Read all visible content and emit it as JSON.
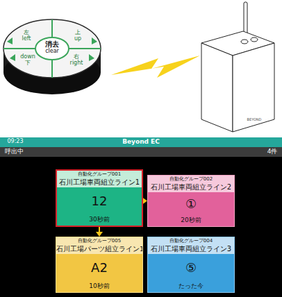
{
  "diagram": {
    "nodes": [
      {
        "text": [
          "自動化グループ001",
          "石川工場車両組立ライン1",
          "12",
          "30秒前"
        ]
      },
      {
        "text": [
          "自動化グループ002",
          "石川工場車両組立ライン2",
          "①",
          "20秒前"
        ]
      },
      {
        "text": [
          "自動化グループ005",
          "石川工場パーツ組立ライン1",
          "A2",
          "10秒前"
        ]
      },
      {
        "text": [
          "自動化グループ004",
          "石川工場車両組立ライン3",
          "⑤",
          "たった今"
        ]
      }
    ],
    "edges": [
      {
        "from": 0,
        "to": 1,
        "arrow": "to"
      },
      {
        "from": 0,
        "to": 2,
        "arrow": "to"
      }
    ],
    "labels": [
      "09:23",
      "Beyond EC",
      "呼出中",
      "4件",
      "左",
      "left",
      "上",
      "up",
      "down",
      "下",
      "右",
      "right",
      "消去",
      "clear",
      "BEYOND"
    ]
  }
}
